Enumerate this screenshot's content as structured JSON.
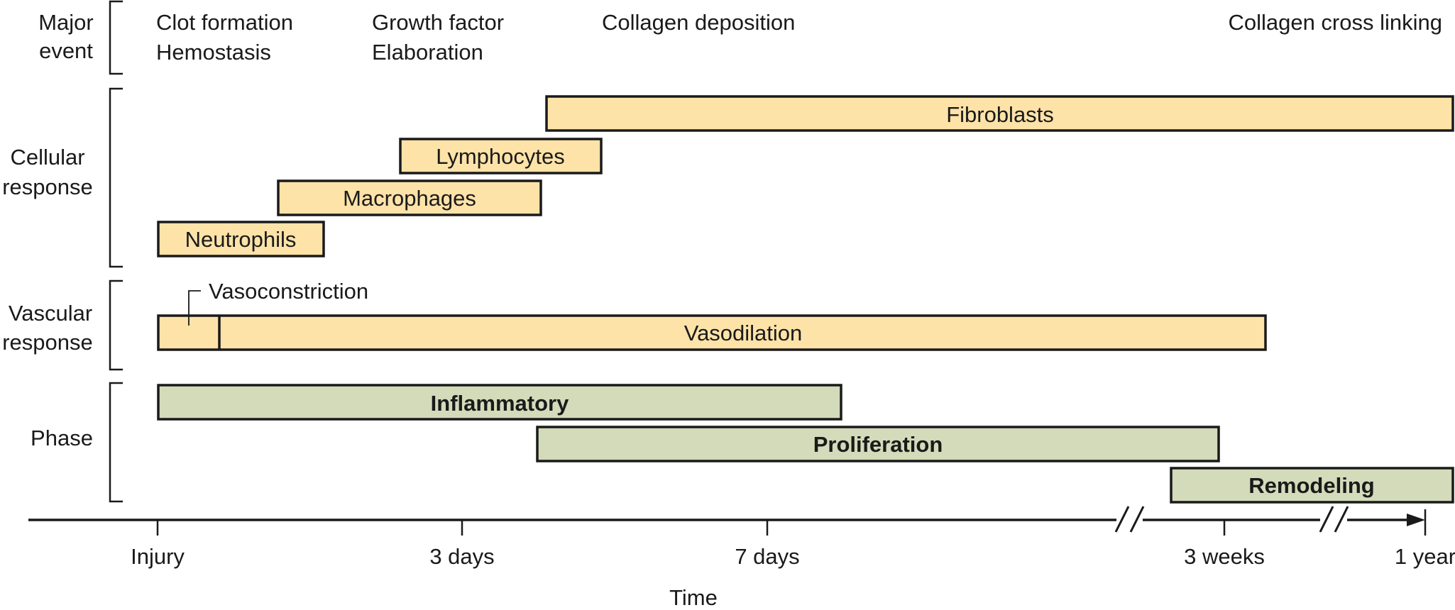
{
  "colors": {
    "cell_bar": "#fde3a8",
    "phase_bar": "#d3dbba",
    "stroke": "#1a1a1a",
    "text": "#1a1a1a",
    "background": "#ffffff"
  },
  "rows": {
    "major_event": [
      "Major",
      "event"
    ],
    "cellular": [
      "Cellular",
      "response"
    ],
    "vascular": [
      "Vascular",
      "response"
    ],
    "phase": "Phase"
  },
  "events": {
    "clot": [
      "Clot formation",
      "Hemostasis"
    ],
    "growth": [
      "Growth factor",
      "Elaboration"
    ],
    "collagen_deposition": "Collagen deposition",
    "collagen_crosslinking": "Collagen cross linking"
  },
  "cells": {
    "fibroblasts": "Fibroblasts",
    "lymphocytes": "Lymphocytes",
    "macrophages": "Macrophages",
    "neutrophils": "Neutrophils"
  },
  "vascular": {
    "vasoconstriction": "Vasoconstriction",
    "vasodilation": "Vasodilation"
  },
  "phases": {
    "inflammatory": "Inflammatory",
    "proliferation": "Proliferation",
    "remodeling": "Remodeling"
  },
  "axis": {
    "ticks": [
      "Injury",
      "3 days",
      "7 days",
      "3 weeks",
      "1 year"
    ],
    "title": "Time"
  }
}
